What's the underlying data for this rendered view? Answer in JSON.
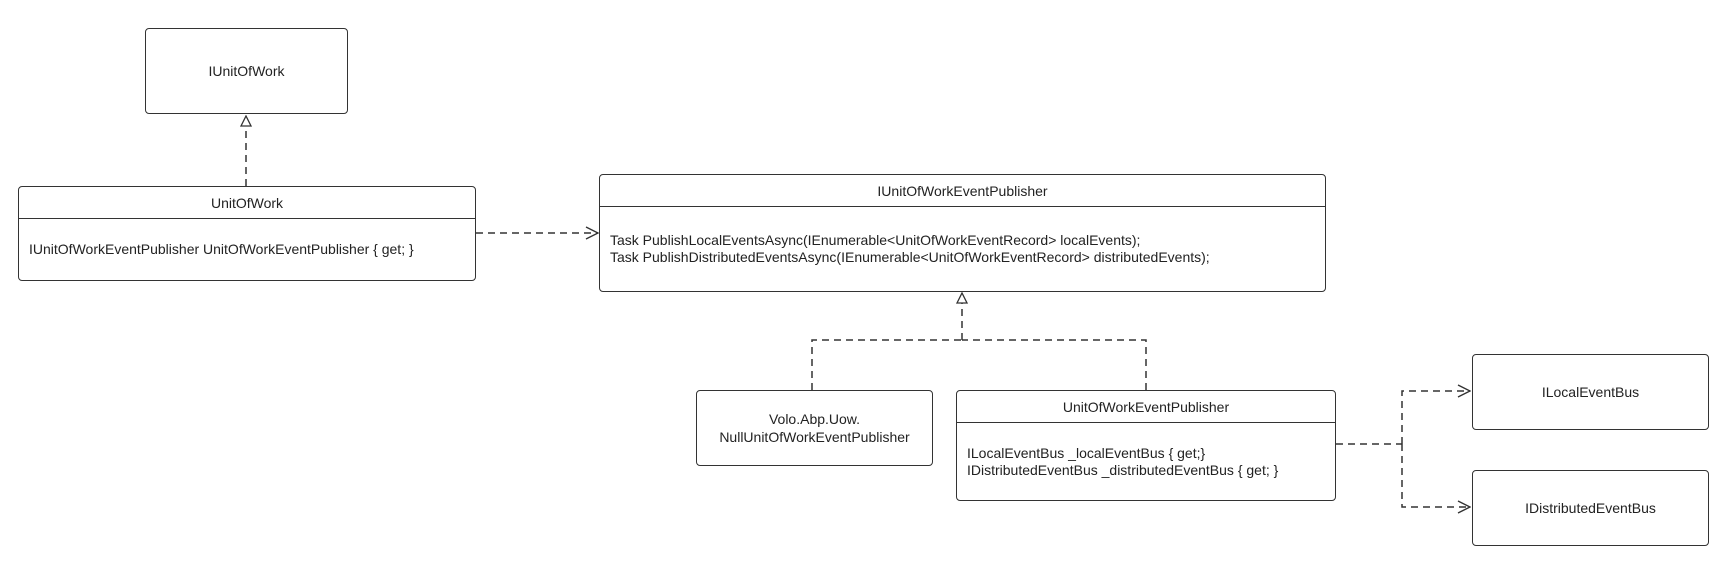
{
  "diagram": {
    "iunitofwork": {
      "name": "IUnitOfWork"
    },
    "unitofwork": {
      "name": "UnitOfWork",
      "members": [
        "IUnitOfWorkEventPublisher UnitOfWorkEventPublisher { get; }"
      ]
    },
    "iunitofworkeventpublisher": {
      "name": "IUnitOfWorkEventPublisher",
      "members": [
        "Task PublishLocalEventsAsync(IEnumerable<UnitOfWorkEventRecord> localEvents);",
        "Task PublishDistributedEventsAsync(IEnumerable<UnitOfWorkEventRecord> distributedEvents);"
      ]
    },
    "nullpublisher": {
      "name_lines": [
        "Volo.Abp.Uow.",
        "NullUnitOfWorkEventPublisher"
      ]
    },
    "unitofworkeventpublisher": {
      "name": "UnitOfWorkEventPublisher",
      "members": [
        "ILocalEventBus _localEventBus { get;}",
        "IDistributedEventBus _distributedEventBus { get; }"
      ]
    },
    "ilocaleventbus": {
      "name": "ILocalEventBus"
    },
    "idistributedeventbus": {
      "name": "IDistributedEventBus"
    },
    "relationships": [
      {
        "from": "UnitOfWork",
        "to": "IUnitOfWork",
        "type": "realization"
      },
      {
        "from": "UnitOfWork",
        "to": "IUnitOfWorkEventPublisher",
        "type": "dependency"
      },
      {
        "from": "NullUnitOfWorkEventPublisher",
        "to": "IUnitOfWorkEventPublisher",
        "type": "realization"
      },
      {
        "from": "UnitOfWorkEventPublisher",
        "to": "IUnitOfWorkEventPublisher",
        "type": "realization"
      },
      {
        "from": "UnitOfWorkEventPublisher",
        "to": "ILocalEventBus",
        "type": "dependency"
      },
      {
        "from": "UnitOfWorkEventPublisher",
        "to": "IDistributedEventBus",
        "type": "dependency"
      }
    ]
  }
}
